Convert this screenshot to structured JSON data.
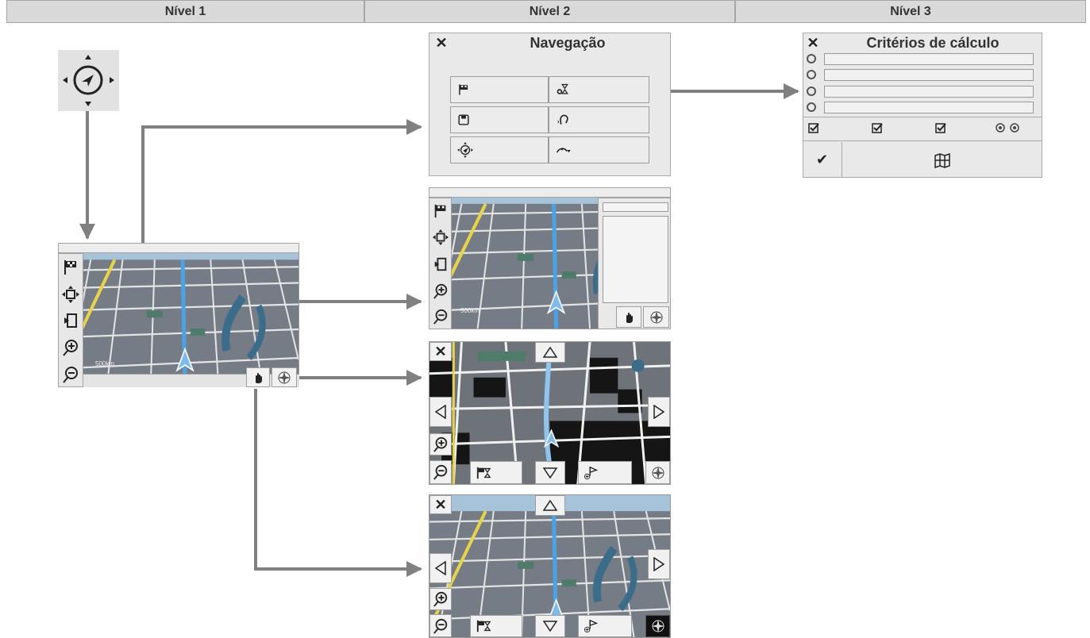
{
  "headers": [
    "Nível 1",
    "Nível 2",
    "Nível 3"
  ],
  "navigation_menu": {
    "title": "Navegação",
    "close_symbol": "✕",
    "buttons": [
      {
        "icon": "checkered-flag-icon"
      },
      {
        "icon": "route-settings-icon"
      },
      {
        "icon": "save-disk-icon"
      },
      {
        "icon": "voice-command-icon"
      },
      {
        "icon": "position-target-icon"
      },
      {
        "icon": "route-deviation-icon"
      }
    ]
  },
  "criteria_panel": {
    "title": "Critérios de cálculo",
    "close_symbol": "✕",
    "radio_rows": 4,
    "confirm_symbol": "✔",
    "option_icons": [
      "checkbox-icon",
      "checkbox-icon",
      "checkbox-icon",
      "radio-pair-icon"
    ]
  },
  "map_toolbar_icons": [
    "checkered-flag-icon",
    "move-arrows-icon",
    "enter-icon",
    "zoom-in-icon",
    "zoom-out-icon"
  ],
  "scale_text": "500km",
  "colors": {
    "header_bg": "#d9d9d9",
    "panel_bg": "#e9e9e9",
    "arrow": "#808080",
    "route": "#4aa3e6",
    "road_yellow": "#e6d34a",
    "water": "#3b6d8a"
  }
}
